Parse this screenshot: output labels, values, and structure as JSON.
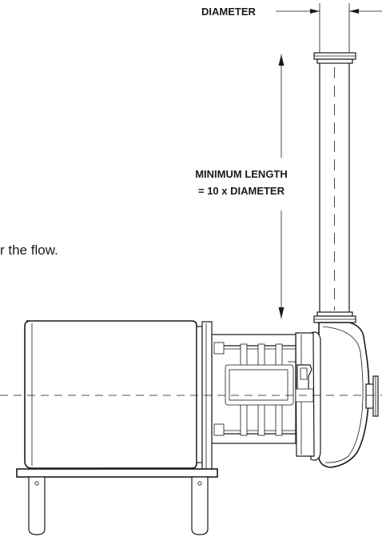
{
  "labels": {
    "diameter": "DIAMETER",
    "min_length_line1": "MINIMUM LENGTH",
    "min_length_line2": "= 10 x DIAMETER"
  },
  "body_text": {
    "fragment": "r the flow."
  },
  "colors": {
    "line": "#1a1a1a",
    "background": "#ffffff"
  }
}
